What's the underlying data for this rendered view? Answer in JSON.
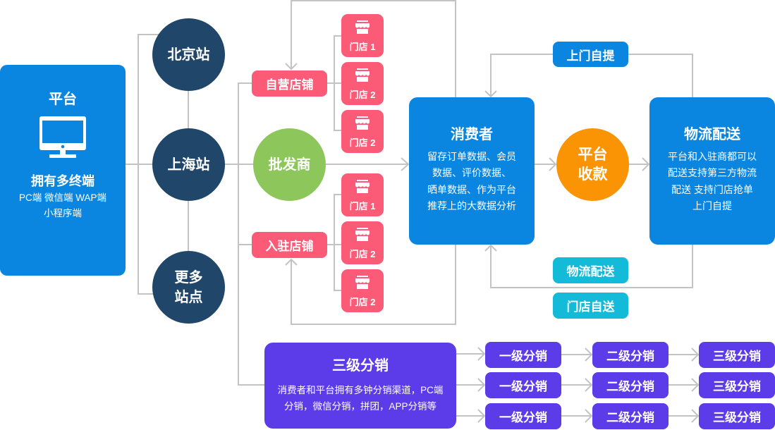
{
  "platform": {
    "title": "平台",
    "icon": "monitor-icon",
    "subtitle": "拥有多终端",
    "lines": [
      "PC端 微信端 WAP端",
      "小程序端"
    ]
  },
  "stations": [
    {
      "lines": [
        "北京站"
      ]
    },
    {
      "lines": [
        "上海站"
      ]
    },
    {
      "lines": [
        "更多",
        "站点"
      ]
    }
  ],
  "channels": {
    "self_owned": "自营店铺",
    "wholesaler": "批发商",
    "settled": "入驻店铺"
  },
  "self_owned_stores": [
    {
      "icon": "store-icon",
      "label": "门店 1"
    },
    {
      "icon": "store-icon",
      "label": "门店 2"
    },
    {
      "icon": "store-icon",
      "label": "门店 2"
    }
  ],
  "settled_stores": [
    {
      "icon": "store-icon",
      "label": "门店 1"
    },
    {
      "icon": "store-icon",
      "label": "门店 2"
    },
    {
      "icon": "store-icon",
      "label": "门店 2"
    }
  ],
  "consumer": {
    "title": "消费者",
    "lines": [
      "留存订单数据、会员",
      "数据、评价数据、",
      "晒单数据、作为平台",
      "推荐上的大数据分析"
    ]
  },
  "payment": {
    "lines": [
      "平台",
      "收款"
    ]
  },
  "logistics": {
    "title": "物流配送",
    "lines": [
      "平台和入驻商都可以",
      "配送支持第三方物流",
      "配送 支持门店抢单",
      "上门自提"
    ]
  },
  "delivery_labels": {
    "pickup": "上门自提",
    "logistics": "物流配送",
    "store_delivery": "门店自送"
  },
  "distribution": {
    "title": "三级分销",
    "lines": [
      "消费者和平台拥有多钟分销渠道，PC端",
      "分销，微信分销，拼团，APP分销等"
    ],
    "rows": [
      [
        "一级分销",
        "二级分销",
        "三级分销"
      ],
      [
        "一级分销",
        "二级分销",
        "三级分销"
      ],
      [
        "一级分销",
        "二级分销",
        "三级分销"
      ]
    ]
  },
  "colors": {
    "platform_blue": "#0a86e0",
    "station_navy": "#20466a",
    "wholesaler_green": "#8dc75b",
    "store_pink": "#fc5b78",
    "payment_orange": "#fb9405",
    "delivery_cyan": "#13bbd8",
    "distribution_purple": "#5b3ce8",
    "connector_gray": "#c3c3c3"
  }
}
